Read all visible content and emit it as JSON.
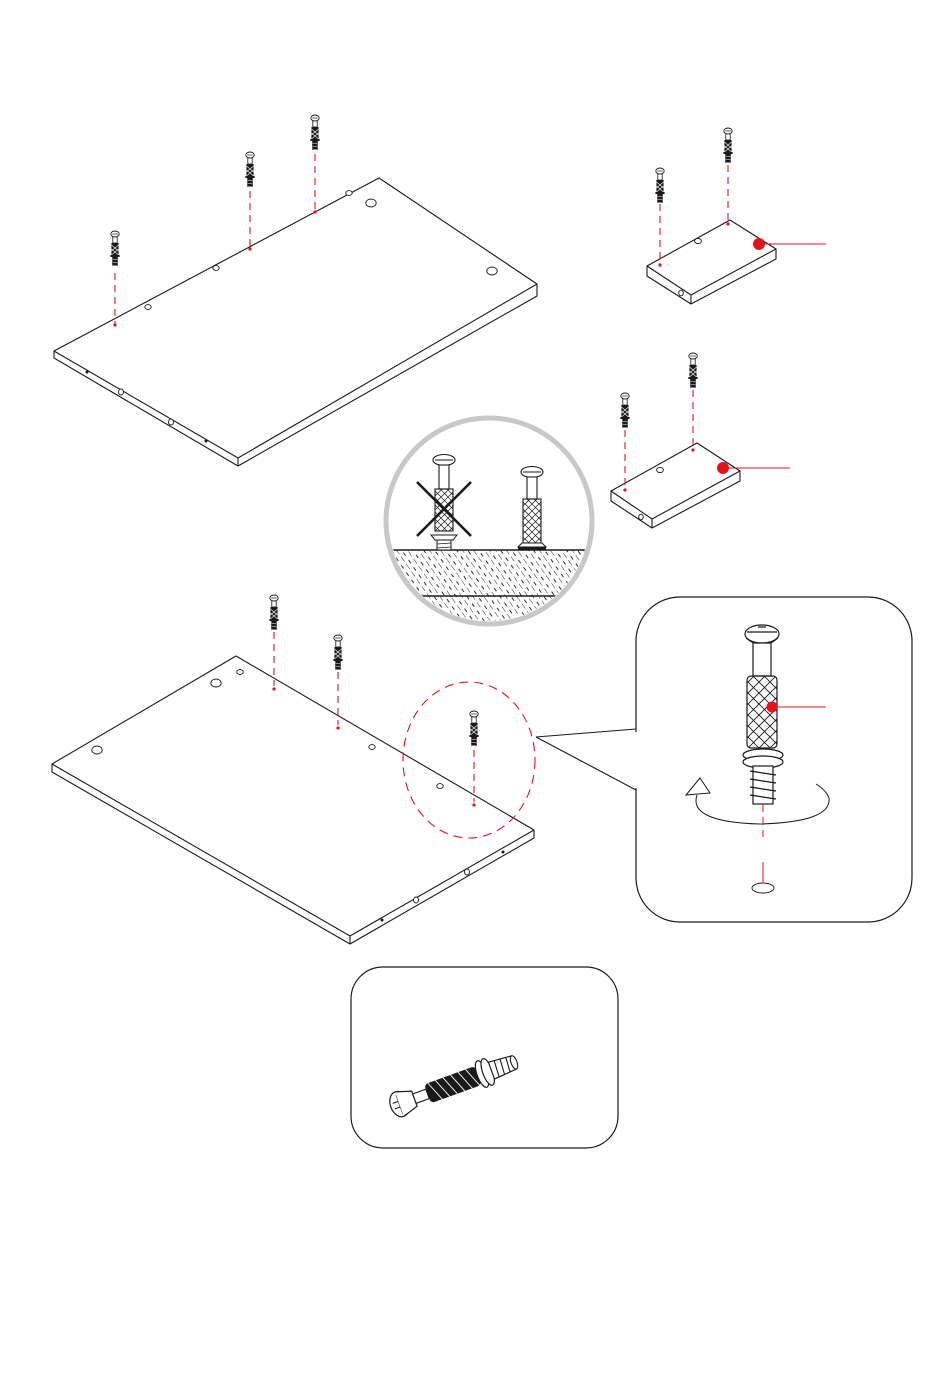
{
  "diagram": {
    "kind": "assembly-instruction",
    "accent_color": "#e3131b",
    "line_color": "#1a1a1a",
    "dashed_circle_color": "#e3131b",
    "detail_circle_color": "#c8c8c8",
    "icons": {
      "cam_bolt": "cam-bolt-icon",
      "wrong_mark": "x-mark-icon",
      "rotate_arrow": "rotate-arrow-icon",
      "hardware_part": "cam-dowel-icon"
    },
    "panels": [
      {
        "id": "panel-top-large",
        "bolts": 3
      },
      {
        "id": "panel-small-a",
        "bolts": 2
      },
      {
        "id": "panel-small-b",
        "bolts": 2
      },
      {
        "id": "panel-bottom-large",
        "bolts": 3
      }
    ],
    "callouts": [
      "correct-vs-wrong-depth",
      "screw-in-detail",
      "hardware-part"
    ]
  }
}
